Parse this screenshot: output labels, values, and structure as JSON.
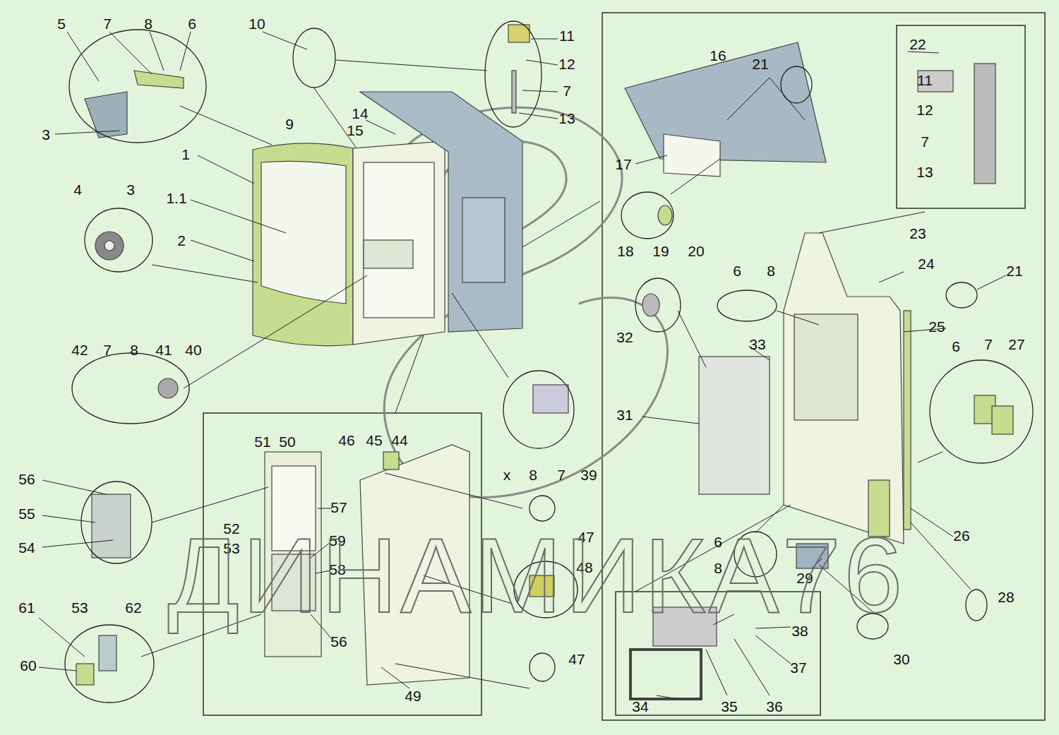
{
  "diagram": {
    "labels": [
      "5",
      "7",
      "8",
      "6",
      "3",
      "10",
      "9",
      "1",
      "1.1",
      "4",
      "3",
      "2",
      "14",
      "15",
      "11",
      "12",
      "7",
      "13",
      "16",
      "21",
      "17",
      "18",
      "19",
      "20",
      "22",
      "11",
      "12",
      "7",
      "13",
      "23",
      "24",
      "21",
      "25",
      "6",
      "8",
      "32",
      "33",
      "31",
      "6",
      "7",
      "27",
      "26",
      "6",
      "8",
      "29",
      "28",
      "30",
      "38",
      "37",
      "36",
      "35",
      "34",
      "42",
      "7",
      "8",
      "41",
      "40",
      "x",
      "8",
      "7",
      "39",
      "47",
      "48",
      "47",
      "51",
      "50",
      "46",
      "45",
      "44",
      "52",
      "57",
      "53",
      "59",
      "58",
      "56",
      "49",
      "56",
      "55",
      "54",
      "61",
      "53",
      "62",
      "60",
      "ДИНАМИКА76"
    ]
  }
}
